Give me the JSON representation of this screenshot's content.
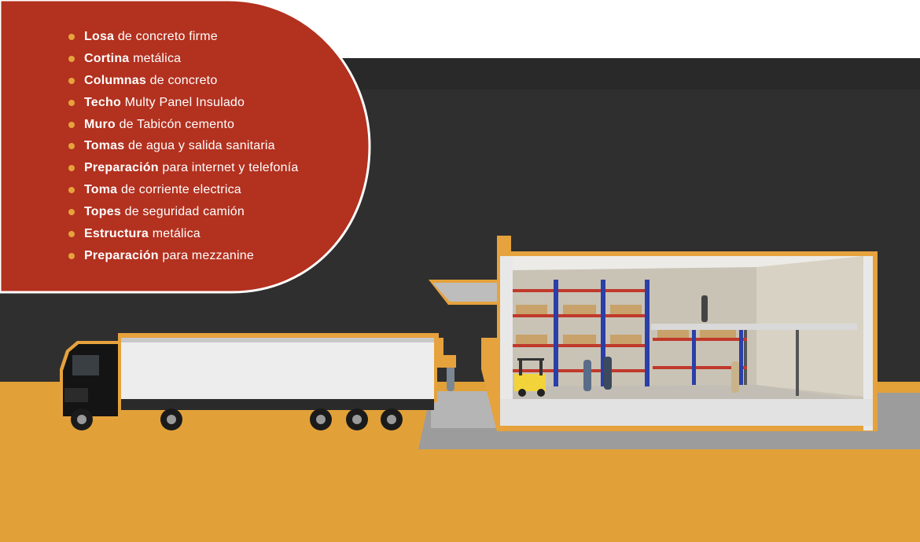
{
  "colors": {
    "panel_red": "#b3311f",
    "accent_orange": "#e6a23c",
    "background_dark": "#2f2f2f",
    "ground_orange": "#e2a138"
  },
  "features": [
    {
      "term": "Losa",
      "rest": "de concreto firme"
    },
    {
      "term": "Cortina",
      "rest": "metálica"
    },
    {
      "term": "Columnas",
      "rest": "de concreto"
    },
    {
      "term": "Techo",
      "rest": "Multy Panel Insulado"
    },
    {
      "term": "Muro",
      "rest": "de Tabicón cemento"
    },
    {
      "term": "Tomas",
      "rest": "de agua y salida sanitaria"
    },
    {
      "term": "Preparación",
      "rest": "para internet y telefonía"
    },
    {
      "term": "Toma",
      "rest": "de corriente electrica"
    },
    {
      "term": "Topes",
      "rest": "de seguridad camión"
    },
    {
      "term": "Estructura",
      "rest": "metálica"
    },
    {
      "term": "Preparación",
      "rest": "para mezzanine"
    }
  ],
  "icons": {
    "bullet": "orange-dot-icon",
    "truck": "semi-truck-icon",
    "warehouse": "warehouse-cutaway-icon",
    "forklift": "forklift-icon"
  }
}
